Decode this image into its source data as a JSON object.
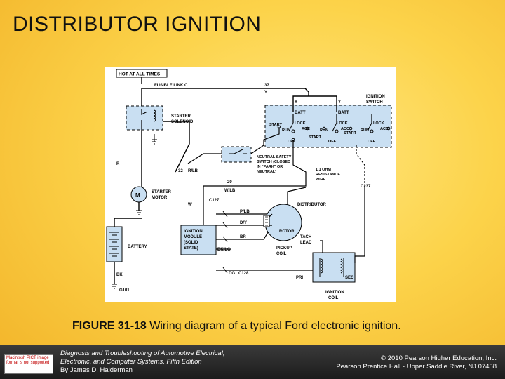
{
  "slide": {
    "title": "DISTRIBUTOR IGNITION",
    "caption_label": "FIGURE 31-18",
    "caption_text": " Wiring diagram of a typical Ford electronic ignition."
  },
  "diagram": {
    "labels": {
      "hot": "HOT AT ALL TIMES",
      "fusible": "FUSIBLE LINK C",
      "w37": "37",
      "y1": "Y",
      "ign_switch_1": "IGNITION",
      "ign_switch_2": "SWITCH",
      "batt1": "BATT",
      "batt2": "BATT",
      "y2": "Y",
      "y3": "Y",
      "lock1": "LOCK",
      "lock2": "LOCK",
      "lock3": "LOCK",
      "start1": "START",
      "run1": "RUN",
      "acc1": "ACC",
      "run2": "RUN",
      "acc2": "ACC",
      "run3": "RUN",
      "acc3": "ACC",
      "off1": "OFF",
      "start2": "START",
      "start3": "START",
      "off2": "OFF",
      "off3": "OFF",
      "starter_solenoid_1": "STARTER",
      "starter_solenoid_2": "SOLENOID",
      "r": "R",
      "w32": "32",
      "rlb": "R/LB",
      "nss_1": "NEUTRAL SAFETY",
      "nss_2": "SWITCH (CLOSED",
      "nss_3": "IN \"PARK\" OR",
      "nss_4": "NEUTRAL)",
      "res_1": "1.1 OHM",
      "res_2": "RESISTANCE",
      "res_3": "WIRE",
      "w20": "20",
      "wlb": "W/LB",
      "c237": "C237",
      "starter_motor_1": "STARTER",
      "starter_motor_2": "MOTOR",
      "c127": "C127",
      "w": "W",
      "distributor": "DISTRIBUTOR",
      "plb": "P/LB",
      "dy": "D/Y",
      "br": "BR",
      "bklg": "BK/LG",
      "dg": "DG",
      "c128": "C128",
      "ign_module_1": "IGNITION",
      "ign_module_2": "MODULE",
      "ign_module_3": "(SOLID",
      "ign_module_4": "STATE)",
      "rotor": "ROTOR",
      "tach_1": "TACH",
      "tach_2": "LEAD",
      "pickup_1": "PICKUP",
      "pickup_2": "COIL",
      "battery": "BATTERY",
      "bk": "BK",
      "g101": "G101",
      "pri": "PRI",
      "sec": "SEC",
      "ign_coil_1": "IGNITION",
      "ign_coil_2": "COIL"
    }
  },
  "footer": {
    "book_line1": "Diagnosis and Troubleshooting of Automotive Electrical,",
    "book_line2": "Electronic, and Computer Systems, Fifth Edition",
    "book_line3": "By James D. Halderman",
    "copyright_line1": "© 2010 Pearson Higher Education, Inc.",
    "copyright_line2": "Pearson Prentice Hall - Upper Saddle River, NJ 07458",
    "thumb_text": "Macintosh PICT image format is not supported"
  }
}
